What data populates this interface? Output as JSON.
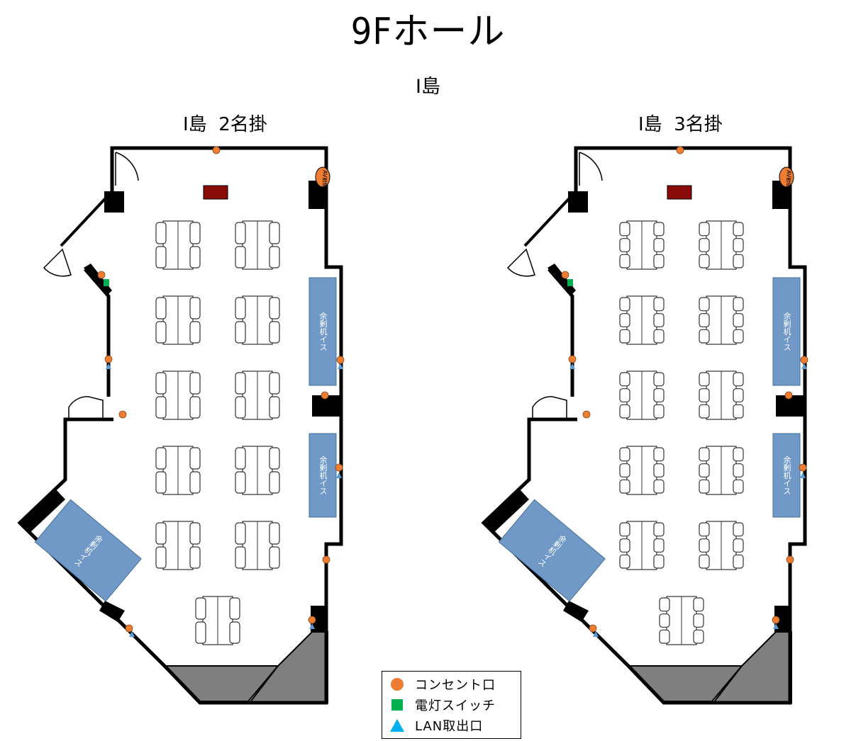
{
  "title": "9Fホール",
  "subtitle": "I島",
  "plans": [
    {
      "label": "I島  2名掛",
      "seats_per_side": 2
    },
    {
      "label": "I島  3名掛",
      "seats_per_side": 3
    }
  ],
  "spare_label": "余剰机イス",
  "av_label": "AV専用",
  "legend": [
    {
      "symbol": "circle",
      "label": "コンセント口",
      "color": "#ED7D31"
    },
    {
      "symbol": "square",
      "label": "電灯スイッチ",
      "color": "#00B050"
    },
    {
      "symbol": "triangle",
      "label": "LAN取出口",
      "color": "#00B0F0"
    }
  ],
  "colors": {
    "wall": "#000000",
    "spare_area": "#7099C8",
    "screen": "#8B0A0A",
    "stair": "#7F7F7F",
    "outlet": "#ED7D31",
    "switch": "#00B050",
    "lan": "#5B9BD5"
  }
}
